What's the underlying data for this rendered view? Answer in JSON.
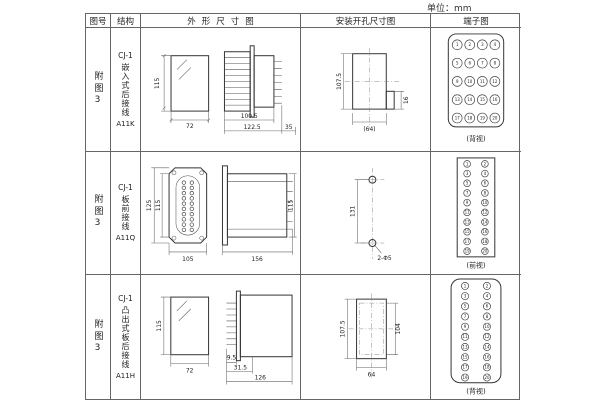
{
  "unit_label": "单位：mm",
  "headers": {
    "fig_no": "图号",
    "structure": "结构",
    "outline": "外形尺寸图",
    "mounting": "安装开孔尺寸图",
    "terminal": "端子图"
  },
  "rows": [
    {
      "fig_no": "附图3",
      "model": "CJ-1",
      "mount_type": "嵌入式后接线",
      "code": "A11K",
      "outline": {
        "front_height": "115",
        "front_width": "72",
        "body_width": "100.5",
        "total_width": "122.5",
        "terminal_depth": "35"
      },
      "mounting": {
        "cutout_height": "107.5",
        "notch_height": "16",
        "cutout_width": "(64)"
      },
      "terminal": {
        "view_label": "(背视)",
        "numbers": [
          1,
          2,
          3,
          4,
          5,
          6,
          7,
          8,
          9,
          10,
          11,
          12,
          13,
          14,
          15,
          16,
          17,
          18,
          19,
          20
        ]
      }
    },
    {
      "fig_no": "附图3",
      "model": "CJ-1",
      "mount_type": "板前接线",
      "code": "A11Q",
      "outline": {
        "outer_height": "125",
        "inner_height": "115",
        "front_width": "105",
        "body_length": "156",
        "side_height": "115"
      },
      "mounting": {
        "hole_spacing": "131",
        "holes": "2-Φ5"
      },
      "terminal": {
        "view_label": "(前视)",
        "numbers": [
          1,
          2,
          3,
          4,
          5,
          6,
          7,
          8,
          9,
          10,
          11,
          12,
          13,
          14,
          15,
          16,
          17,
          18,
          19,
          20
        ]
      }
    },
    {
      "fig_no": "附图3",
      "model": "CJ-1",
      "mount_type": "凸出式板后接线",
      "code": "A11H",
      "outline": {
        "front_height": "115",
        "front_width": "72",
        "stud_depth": "9.5",
        "rear_depth": "31.5",
        "total_length": "126"
      },
      "mounting": {
        "cutout_height": "107.5",
        "inner_height": "104",
        "cutout_width": "64"
      },
      "terminal": {
        "view_label": "(背视)",
        "numbers": [
          1,
          2,
          3,
          4,
          5,
          6,
          7,
          8,
          9,
          10,
          11,
          12,
          13,
          14,
          15,
          16,
          17,
          18,
          19,
          20
        ]
      }
    }
  ]
}
